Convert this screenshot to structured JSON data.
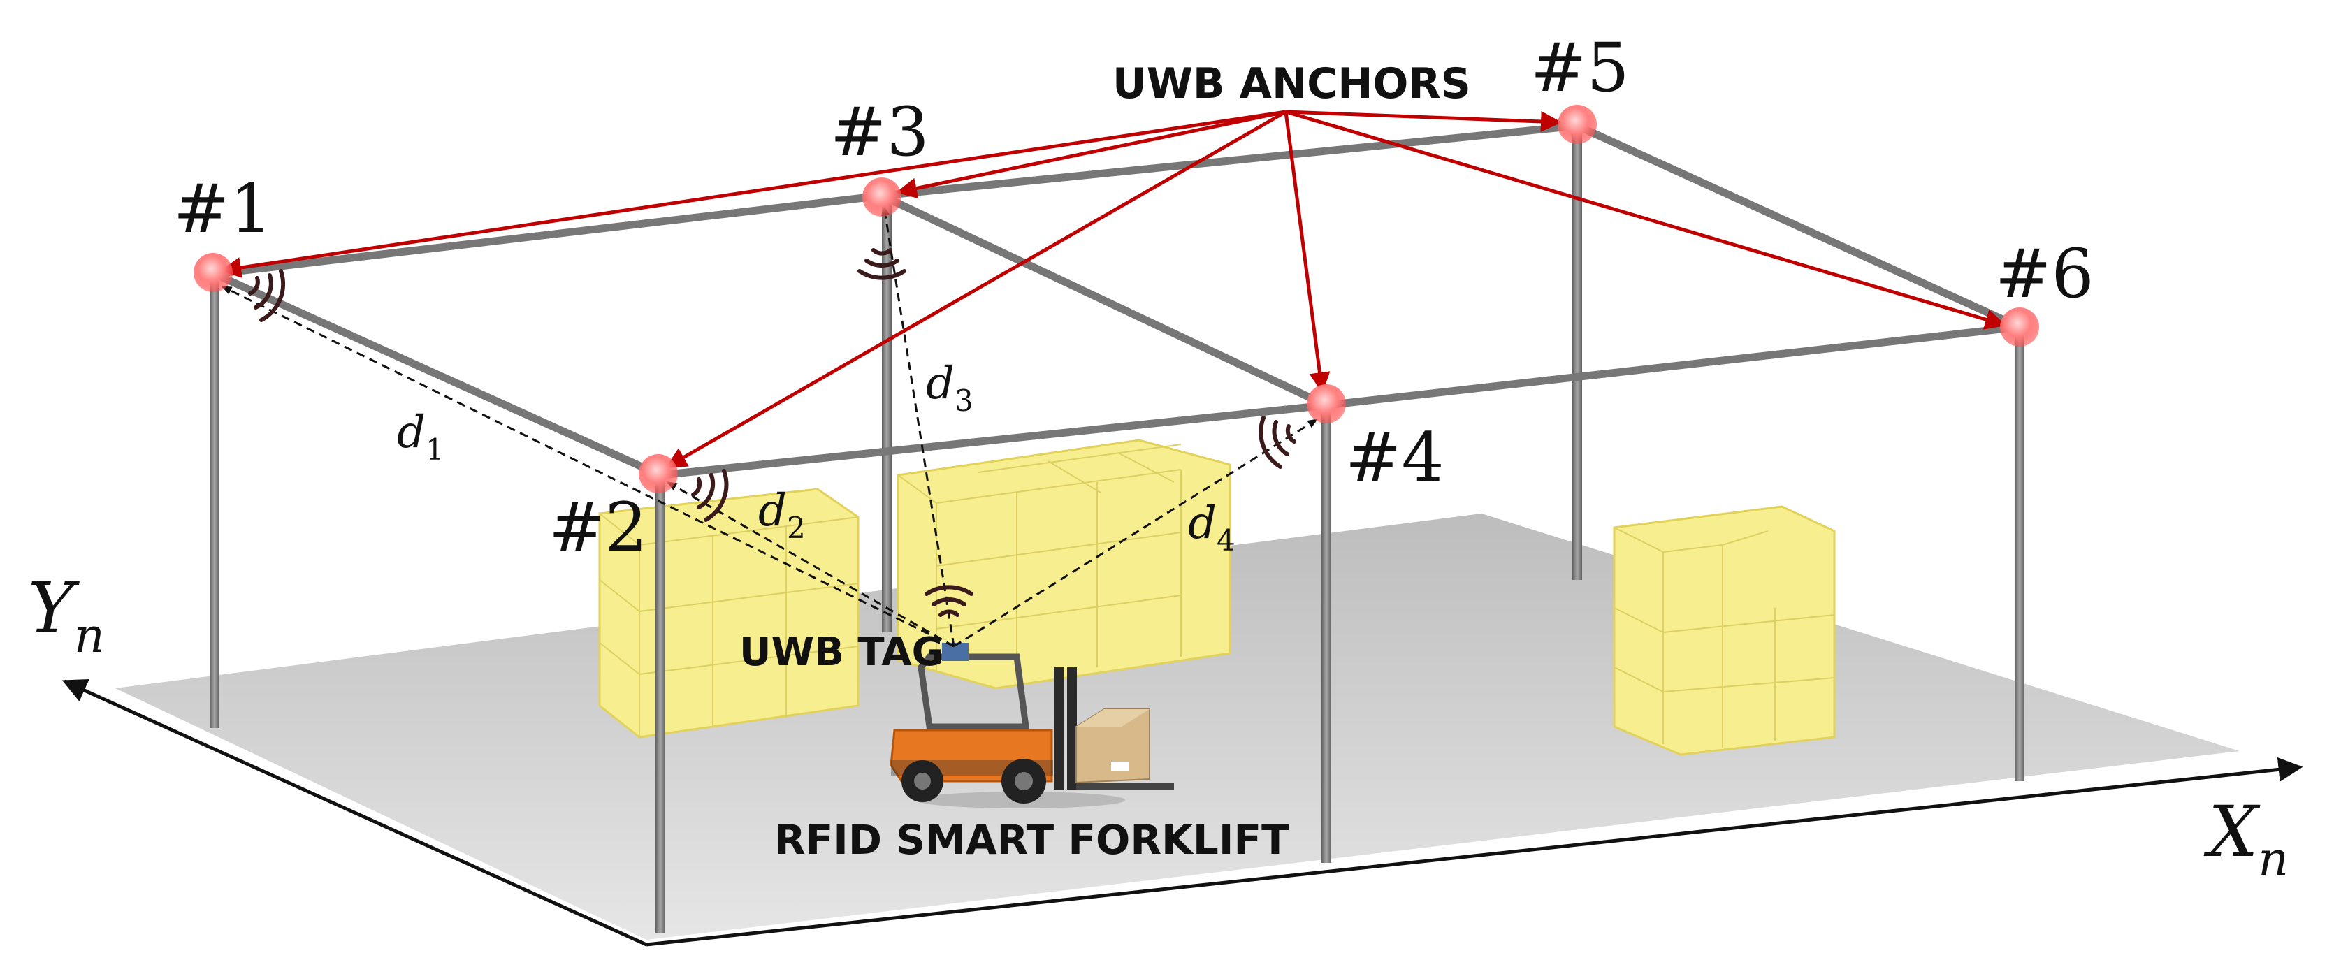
{
  "labels": {
    "uwb_anchors": "UWB ANCHORS",
    "uwb_tag": "UWB TAG",
    "forklift": "RFID SMART FORKLIFT",
    "x_axis": "X",
    "x_axis_sub": "n",
    "y_axis": "Y",
    "y_axis_sub": "n"
  },
  "anchors": [
    {
      "id": "1",
      "label": "#1"
    },
    {
      "id": "2",
      "label": "#2"
    },
    {
      "id": "3",
      "label": "#3"
    },
    {
      "id": "4",
      "label": "#4"
    },
    {
      "id": "5",
      "label": "#5"
    },
    {
      "id": "6",
      "label": "#6"
    }
  ],
  "distances": [
    {
      "symbol": "d",
      "sub": "1"
    },
    {
      "symbol": "d",
      "sub": "2"
    },
    {
      "symbol": "d",
      "sub": "3"
    },
    {
      "symbol": "d",
      "sub": "4"
    }
  ],
  "colors": {
    "anchor_arrow": "#c00000",
    "frame_pole": "#7a7a7a",
    "floor": "#d2d2d2",
    "box_fill": "#f7ee8f",
    "box_edge": "#e2d25a",
    "anchor_glow": "#ff6b6b",
    "signal_wave": "#3a1a1a",
    "forklift_body": "#e87722"
  },
  "icons": [
    "anchor-node-icon",
    "signal-wave-icon",
    "uwb-tag-icon",
    "forklift-icon",
    "cardboard-box-icon"
  ]
}
